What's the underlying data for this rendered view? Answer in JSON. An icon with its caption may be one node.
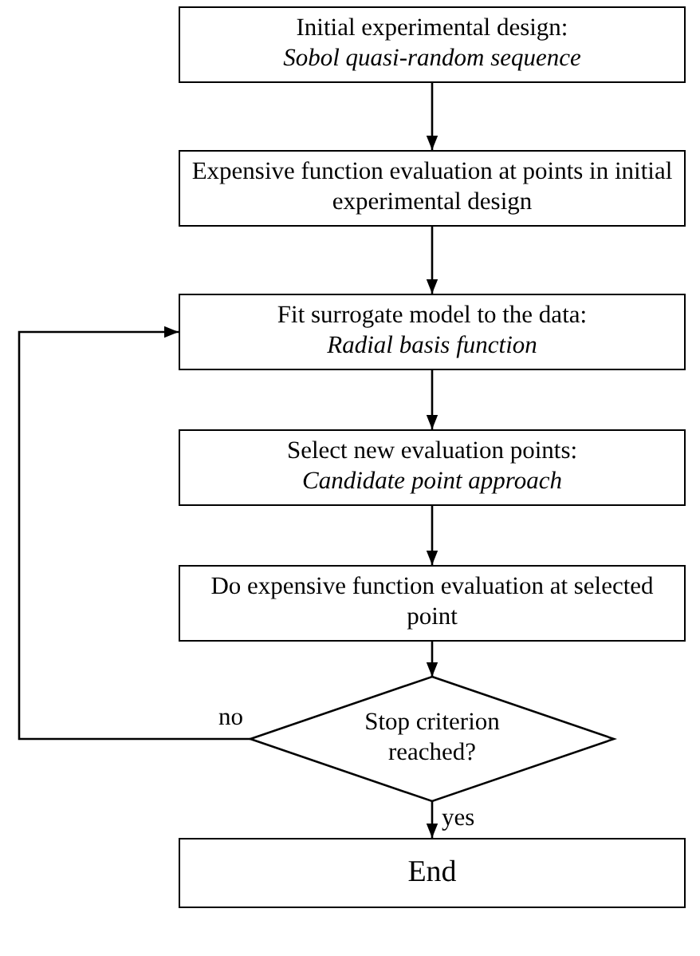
{
  "diagram": {
    "nodes": [
      {
        "text": [
          "Initial experimental design:",
          "Sobol quasi-random sequence"
        ]
      },
      {
        "text": [
          "Expensive function evaluation at points in initial experimental design"
        ]
      },
      {
        "text": [
          "Fit surrogate model to the data:",
          "Radial basis function"
        ]
      },
      {
        "text": [
          "Select new evaluation points:",
          "Candidate point approach"
        ]
      },
      {
        "text": [
          "Do expensive function evaluation at selected point"
        ]
      },
      {
        "text": [
          "Stop criterion reached?"
        ]
      },
      {
        "text": [
          "End"
        ]
      }
    ],
    "edges": [
      {
        "from": 0,
        "to": 1,
        "arrow": "to"
      },
      {
        "from": 1,
        "to": 2,
        "arrow": "to"
      },
      {
        "from": 2,
        "to": 3,
        "arrow": "to"
      },
      {
        "from": 3,
        "to": 4,
        "arrow": "to"
      },
      {
        "from": 4,
        "to": 5,
        "arrow": "to"
      },
      {
        "from": 5,
        "to": 2,
        "arrow": "to",
        "label": "no"
      },
      {
        "from": 5,
        "to": 6,
        "arrow": "to",
        "label": "yes"
      }
    ]
  }
}
